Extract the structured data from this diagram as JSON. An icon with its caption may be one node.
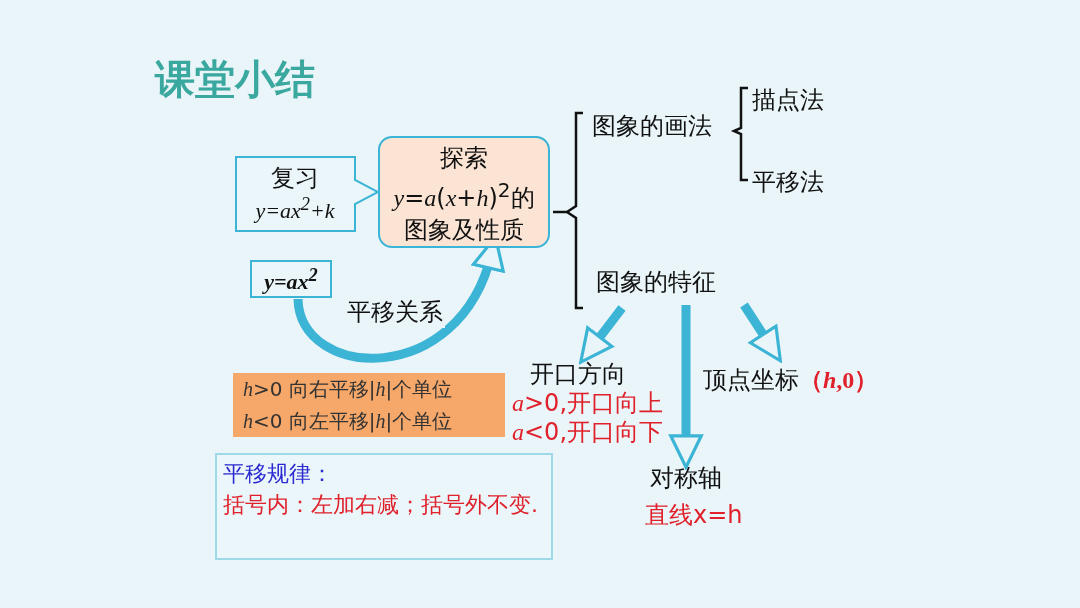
{
  "diagram": {
    "title": "课堂小结",
    "nodes": [
      {
        "text": [
          "复习",
          "y=ax$^{2}$+k"
        ]
      },
      {
        "text": [
          "探索",
          "*y*=*a*(*x*+*h*)$^{2}$的图象及性质"
        ]
      },
      {
        "text": [
          "y=ax$^{2}$"
        ]
      },
      {
        "text": [
          "图象的特征"
        ]
      },
      {
        "text": [
          "开口方向",
          "*a*>0,开口向上",
          "*a*<0,开口向下"
        ]
      },
      {
        "text": [
          "对称轴",
          "直线x=h"
        ]
      },
      {
        "text": [
          "顶点坐标",
          "（*h*,0）"
        ]
      },
      {
        "text": [
          "*h*>0 向右平移|*h*|个单位",
          "*h*<0 向左平移|*h*|个单位"
        ]
      },
      {
        "text": [
          "平移规律：",
          "括号内：左加右减；括号外不变."
        ]
      }
    ],
    "edges": [
      {
        "from": 2,
        "to": 1,
        "arrow": "to",
        "label": "平移关系"
      },
      {
        "from": 3,
        "to": 4,
        "arrow": "to"
      },
      {
        "from": 3,
        "to": 5,
        "arrow": "to"
      },
      {
        "from": 3,
        "to": 6,
        "arrow": "to"
      }
    ],
    "labels": [
      "图象的画法",
      "描点法",
      "平移法"
    ]
  }
}
